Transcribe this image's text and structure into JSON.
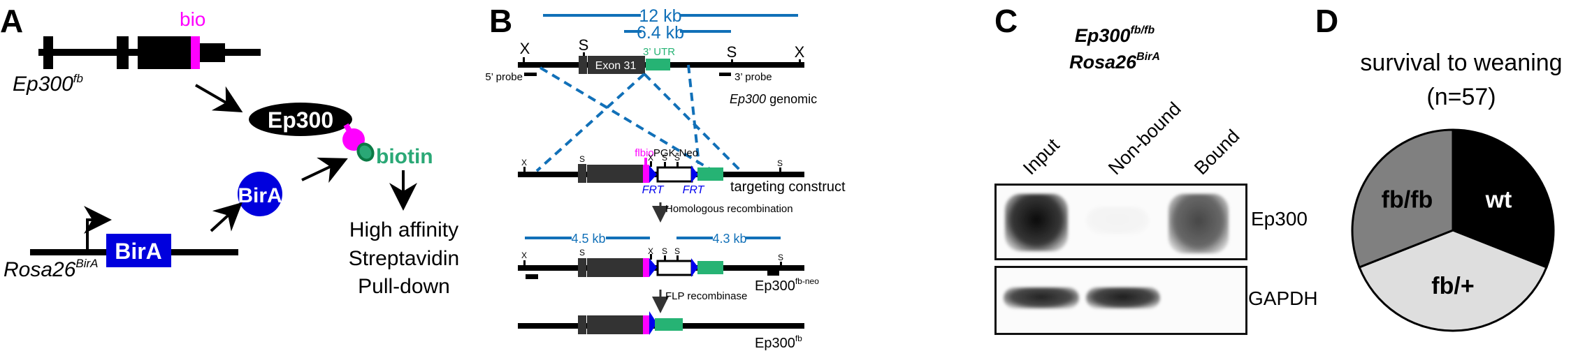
{
  "panels": {
    "A": {
      "letter": "A",
      "gene_label": "Ep300",
      "gene_sup": "fb",
      "bio_tag": "bio",
      "protein_label": "Ep300",
      "birA_protein": "BirA",
      "biotin_label": "biotin",
      "birA_gene_box": "BirA",
      "rosa_label": "Rosa26",
      "rosa_sup": "BirA",
      "outcome_lines": [
        "High affinity",
        "Streptavidin",
        "Pull-down"
      ],
      "colors": {
        "bio": "#ff00ff",
        "biotin": "#2aa876",
        "birA": "#0000dd"
      }
    },
    "B": {
      "letter": "B",
      "fragments": {
        "top_long": "12 kb",
        "top_short": "6.4 kb",
        "left_recombined": "4.5 kb",
        "right_recombined": "4.3 kb"
      },
      "genomic": {
        "site_labels": [
          "X",
          "S",
          "S",
          "X"
        ],
        "exon_label": "Exon 31",
        "utr_label": "3’ UTR",
        "probe5": "5’ probe",
        "probe3": "3’ probe",
        "caption_italic": "Ep300",
        "caption_rest": " genomic"
      },
      "construct": {
        "flbio": "flbio",
        "pgk": "PGK-Neo",
        "frt": "FRT",
        "site_labels": [
          "X",
          "S",
          "X",
          "S",
          "S",
          "S"
        ],
        "caption": "targeting construct"
      },
      "step1": "Homologous recombination",
      "neo_allele": {
        "base": "Ep300",
        "sup": "fb-neo",
        "site_labels": [
          "X",
          "S",
          "X",
          "S",
          "S",
          "S"
        ]
      },
      "step2": "FLP recombinase",
      "fb_allele": {
        "base": "Ep300",
        "sup": "fb"
      },
      "colors": {
        "kb_line": "#1170b8",
        "utr": "#26b374",
        "exon": "#333333",
        "flbio": "#ff00ff",
        "frt": "#0000ee"
      }
    },
    "C": {
      "letter": "C",
      "genotype_line1": "Ep300",
      "genotype_line1_sup": "fb/fb",
      "genotype_line2": "Rosa26",
      "genotype_line2_sup": "BirA",
      "lanes": [
        "Input",
        "Non-bound",
        "Bound"
      ],
      "blots": [
        {
          "label": "Ep300",
          "band_intensity": [
            1.0,
            0.03,
            0.75
          ]
        },
        {
          "label": "GAPDH",
          "band_intensity": [
            0.9,
            0.92,
            0.0
          ]
        }
      ]
    },
    "D": {
      "letter": "D"
    }
  },
  "chart_data": {
    "type": "pie",
    "title": "survival to weaning",
    "subtitle": "(n=57)",
    "n": 57,
    "start": "12 o'clock, clockwise",
    "slices": [
      {
        "label": "wt",
        "percent": 31,
        "color": "#000000",
        "text_color": "#ffffff"
      },
      {
        "label": "fb/+",
        "percent": 38,
        "color": "#dedede",
        "text_color": "#000000"
      },
      {
        "label": "fb/fb",
        "percent": 31,
        "color": "#808080",
        "text_color": "#000000"
      }
    ]
  }
}
